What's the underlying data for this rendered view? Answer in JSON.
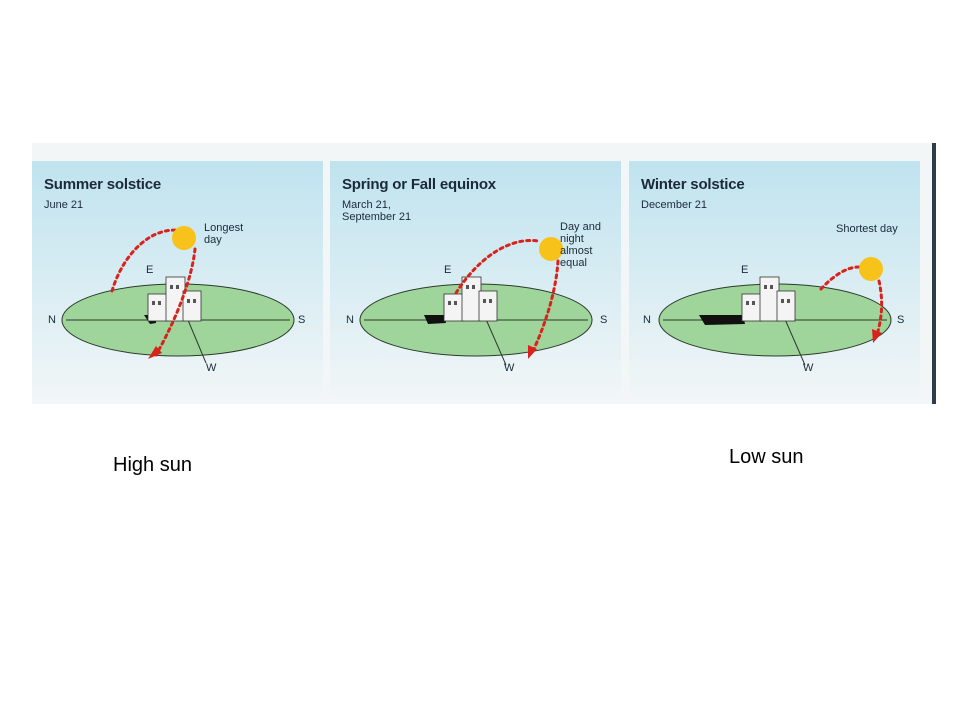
{
  "panels": [
    {
      "title": "Summer solstice",
      "date": "June 21",
      "note": "Longest\nday"
    },
    {
      "title": "Spring or Fall equinox",
      "date": "March 21,\nSeptember 21",
      "note": "Day and\nnight\nalmost\nequal"
    },
    {
      "title": "Winter solstice",
      "date": "December 21",
      "note": "Shortest day"
    }
  ],
  "directions": {
    "n": "N",
    "s": "S",
    "e": "E",
    "w": "W"
  },
  "captions": {
    "high": "High sun",
    "low": "Low sun"
  },
  "colors": {
    "sky_top": "#bfe3ef",
    "sky_bottom": "#f2f6f7",
    "ground": "#9fd59a",
    "sun": "#f7c21a",
    "path": "#d9221b"
  }
}
